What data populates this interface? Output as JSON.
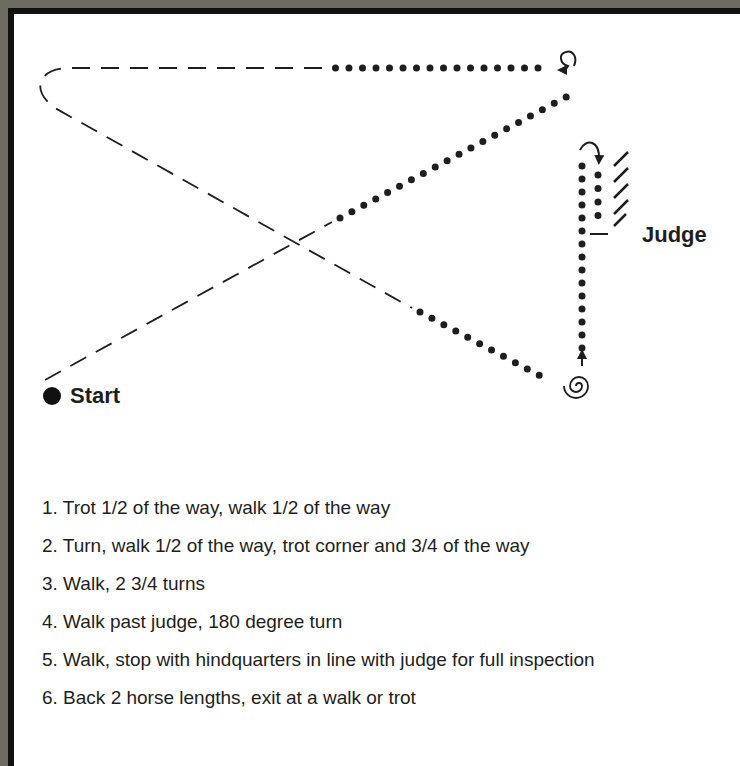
{
  "diagram": {
    "labels": [
      "Start",
      "Judge",
      "1. Trot 1/2 of the way, walk 1/2 of the way",
      "2. Turn, walk 1/2 of the way, trot corner and 3/4 of the way",
      "3. Walk, 2 3/4 turns",
      "4. Walk past judge, 180 degree turn",
      "5. Walk, stop with hindquarters in line with judge for full inspection",
      "6. Back 2 horse lengths, exit at a walk or trot"
    ]
  }
}
